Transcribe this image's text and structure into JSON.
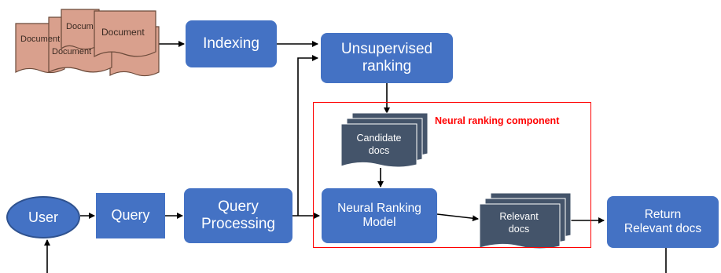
{
  "documents": {
    "label": "Document",
    "label_clipped": "Docum"
  },
  "nodes": {
    "indexing": "Indexing",
    "unsupervised_ranking": [
      "Unsupervised",
      "ranking"
    ],
    "user": "User",
    "query": "Query",
    "query_processing": [
      "Query",
      "Processing"
    ],
    "candidate_docs": [
      "Candidate",
      "docs"
    ],
    "neural_ranking_model": [
      "Neural Ranking",
      "Model"
    ],
    "relevant_docs": [
      "Relevant",
      "docs"
    ],
    "return_relevant_docs": [
      "Return",
      "Relevant docs"
    ]
  },
  "component_label": "Neural ranking component",
  "colors": {
    "box_fill": "#4472c4",
    "box_border": "#2f528f",
    "doc_stack_fill": "#44546a",
    "paper_fill": "#d9a08d",
    "component_frame": "#ff0000",
    "arrow": "#000000"
  }
}
